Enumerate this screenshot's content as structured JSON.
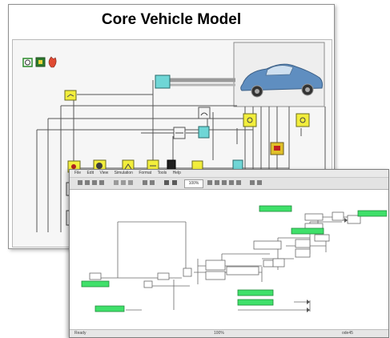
{
  "back_window": {
    "title": "Core Vehicle Model"
  },
  "front_window": {
    "menu": [
      "File",
      "Edit",
      "View",
      "Simulation",
      "Format",
      "Tools",
      "Help"
    ],
    "zoom": "100%",
    "status": {
      "left": "Ready",
      "center": "100%",
      "right": "ode45"
    }
  },
  "colors": {
    "yellow_block": "#f2ee3c",
    "cyan_block": "#6fd6d6",
    "green_block": "#3fe06a",
    "car_body": "#5f8ec0"
  }
}
